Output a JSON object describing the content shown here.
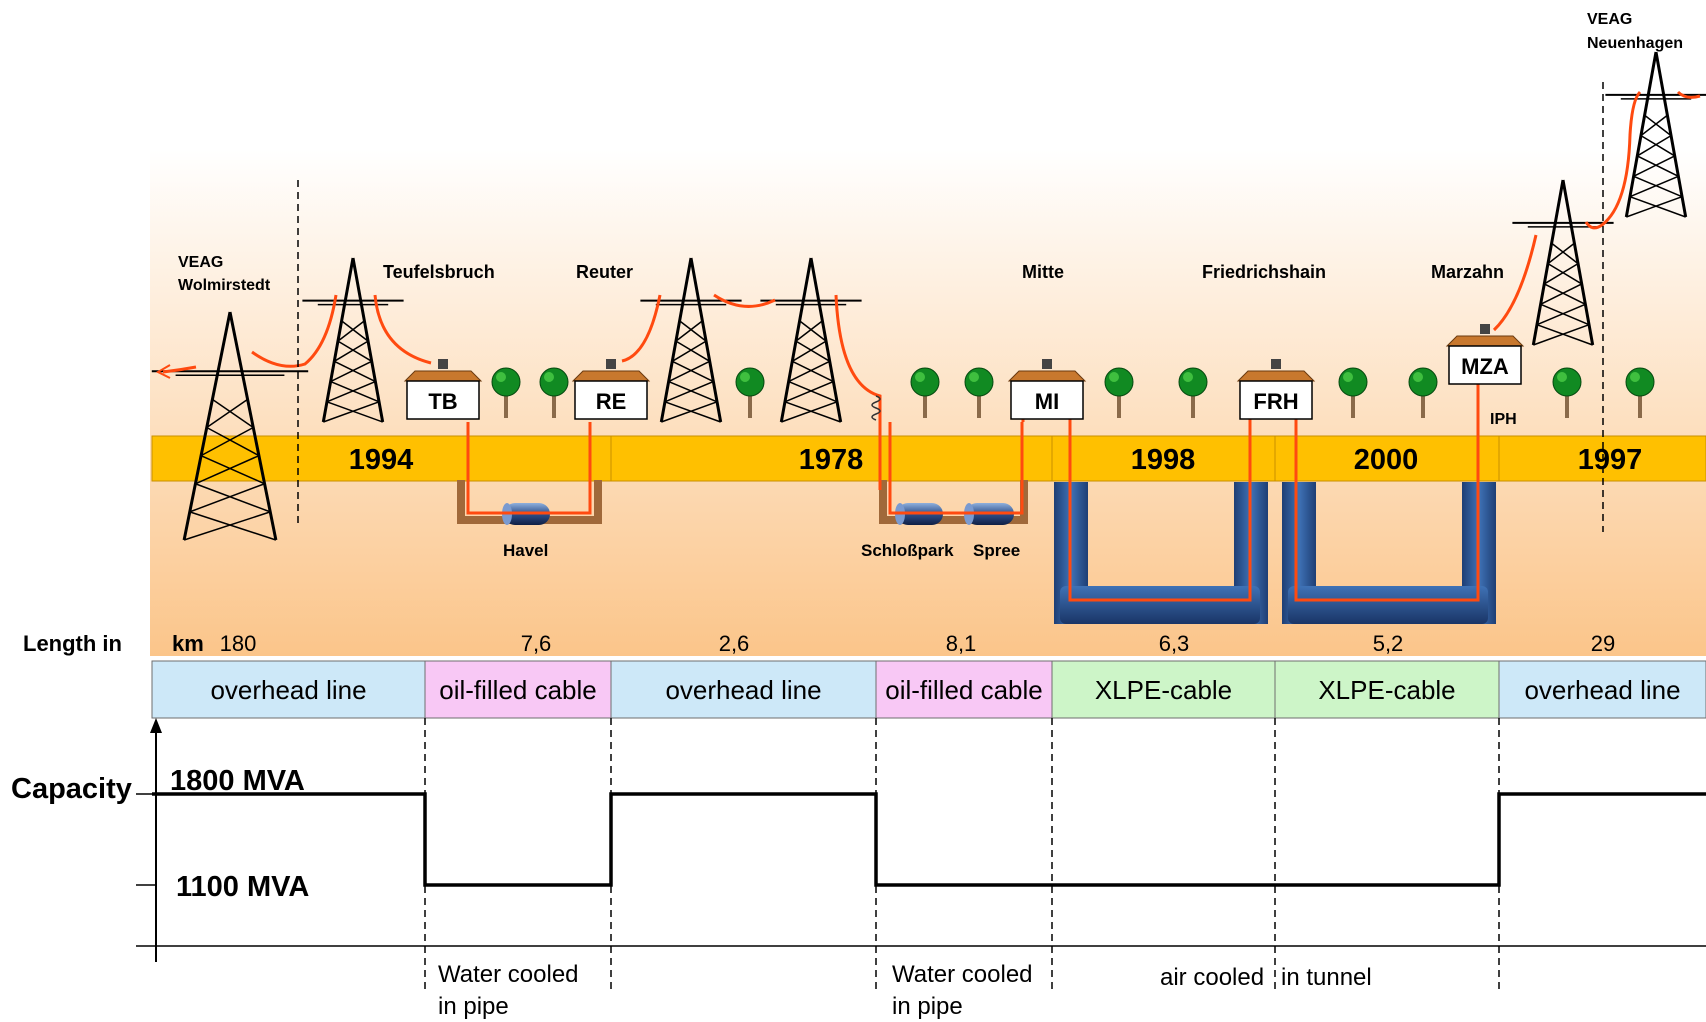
{
  "operators": {
    "left": [
      "VEAG",
      "Wolmirstedt"
    ],
    "right": [
      "VEAG",
      "Neuenhagen"
    ]
  },
  "stations": [
    {
      "name": "Teufelsbruch",
      "code": "TB"
    },
    {
      "name": "Reuter",
      "code": "RE"
    },
    {
      "name": "Mitte",
      "code": "MI"
    },
    {
      "name": "Friedrichshain",
      "code": "FRH"
    },
    {
      "name": "Marzahn",
      "code": "MZA"
    }
  ],
  "iph_label": "IPH",
  "years": [
    "1994",
    "1978",
    "1998",
    "2000",
    "1997"
  ],
  "crossings": {
    "havel": "Havel",
    "schlosspark": "Schloßpark",
    "spree": "Spree"
  },
  "length": {
    "label": "Length in",
    "unit": "km",
    "values": [
      "180",
      "7,6",
      "2,6",
      "8,1",
      "6,3",
      "5,2",
      "29"
    ]
  },
  "segments": [
    {
      "type": "overhead line",
      "kind": "overhead"
    },
    {
      "type": "oil-filled cable",
      "kind": "oil"
    },
    {
      "type": "overhead line",
      "kind": "overhead"
    },
    {
      "type": "oil-filled cable",
      "kind": "oil"
    },
    {
      "type": "XLPE-cable",
      "kind": "xlpe"
    },
    {
      "type": "XLPE-cable",
      "kind": "xlpe"
    },
    {
      "type": "overhead line",
      "kind": "overhead"
    }
  ],
  "capacity": {
    "label": "Capacity",
    "high_label": "1800 MVA",
    "low_label": "1100 MVA",
    "levels_mva": [
      1800,
      1100,
      1800,
      1100,
      1100,
      1100,
      1800
    ]
  },
  "cooling": {
    "water1": [
      "Water cooled",
      "in pipe"
    ],
    "water2": [
      "Water cooled",
      "in pipe"
    ],
    "air_a": "air cooled",
    "air_b": "in tunnel"
  },
  "colors": {
    "overhead": "#cde8f8",
    "oil": "#f8c8f5",
    "xlpe": "#cdf5c8",
    "band": "#ffc000",
    "cable": "#ff4a10",
    "tunnel": "#2d5e9c",
    "pipe_trench": "#a0693a"
  }
}
